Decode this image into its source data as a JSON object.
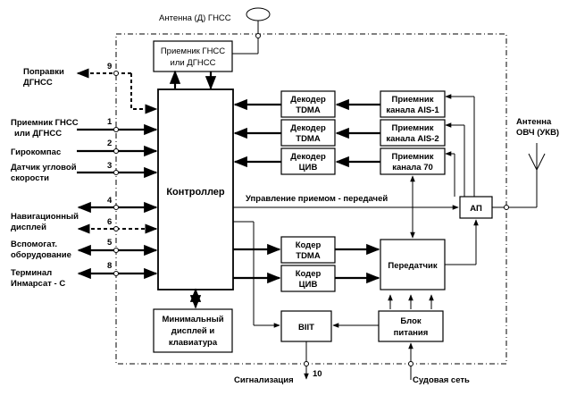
{
  "title": "",
  "antenna_gnss": "Антенна (Д) ГНСС",
  "antenna_vhf_line1": "Антенна",
  "antenna_vhf_line2": "ОВЧ (УКВ)",
  "blocks": {
    "gnss_receiver_l1": "Приемник ГНСС",
    "gnss_receiver_l2": "или ДГНСС",
    "controller": "Контроллер",
    "decoder_tdma1_l1": "Декодер",
    "decoder_tdma1_l2": "TDMA",
    "decoder_tdma2_l1": "Декодер",
    "decoder_tdma2_l2": "TDMA",
    "decoder_dsc_l1": "Декодер",
    "decoder_dsc_l2": "ЦИВ",
    "rx_ais1_l1": "Приемник",
    "rx_ais1_l2": "канала AIS-1",
    "rx_ais2_l1": "Приемник",
    "rx_ais2_l2": "канала AIS-2",
    "rx_ch70_l1": "Приемник",
    "rx_ch70_l2": "канала 70",
    "ap": "АП",
    "coder_tdma_l1": "Кодер",
    "coder_tdma_l2": "TDMA",
    "coder_dsc_l1": "Кодер",
    "coder_dsc_l2": "ЦИВ",
    "transmitter": "Передатчик",
    "bit": "BIIT",
    "power_l1": "Блок",
    "power_l2": "питания",
    "min_display_l1": "Минимальный",
    "min_display_l2": "дисплей и",
    "min_display_l3": "клавиатура"
  },
  "control_label": "Управление приемом - передачей",
  "left_labels": {
    "corrections_l1": "Поправки",
    "corrections_l2": "ДГНСС",
    "gnss_in_l1": "Приемник ГНСС",
    "gnss_in_l2": "или ДГНСС",
    "gyro": "Гирокомпас",
    "rot_l1": "Датчик угловой",
    "rot_l2": "скорости",
    "nav_l1": "Навигационный",
    "nav_l2": "дисплей",
    "aux_l1": "Вспомогат.",
    "aux_l2": "оборудование",
    "inm_l1": "Терминал",
    "inm_l2": "Инмарсат - С"
  },
  "port_numbers": {
    "p9": "9",
    "p1": "1",
    "p2": "2",
    "p3": "3",
    "p4": "4",
    "p6": "6",
    "p5": "5",
    "p8": "8",
    "p10": "10"
  },
  "bottom_labels": {
    "alarm": "Сигнализация",
    "ship_mains": "Судовая сеть"
  }
}
